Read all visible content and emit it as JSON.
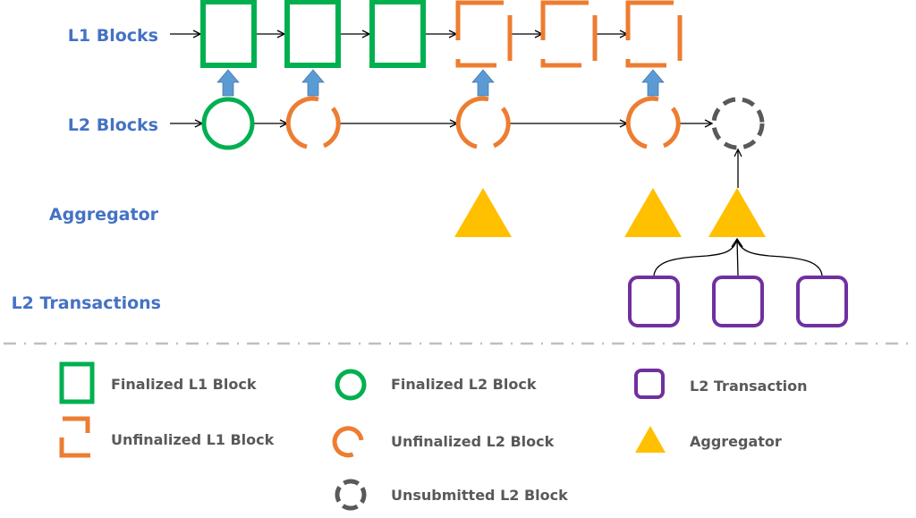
{
  "colors": {
    "finalized": "#00B050",
    "unfinalized": "#ED7D31",
    "unsubmitted": "#595959",
    "transaction": "#7030A0",
    "aggregator": "#FFC000",
    "submit_arrow": "#5B9BD5",
    "label": "#4472C4",
    "legend_text": "#595959",
    "separator": "#BFBFBF"
  },
  "rows": {
    "l1": "L1 Blocks",
    "l2": "L2 Blocks",
    "aggregator": "Aggregator",
    "transactions": "L2 Transactions"
  },
  "diagram": {
    "l1_blocks": [
      "finalized",
      "finalized",
      "finalized",
      "unfinalized",
      "unfinalized",
      "unfinalized"
    ],
    "l2_blocks": [
      "finalized",
      "unfinalized",
      "unfinalized",
      "unfinalized",
      "unsubmitted"
    ],
    "l2_to_l1_links": [
      [
        0,
        0
      ],
      [
        1,
        1
      ],
      [
        2,
        3
      ],
      [
        3,
        5
      ]
    ],
    "aggregators": 3,
    "transactions": 3
  },
  "legend": [
    {
      "icon": "finalized-l1-block",
      "label": "Finalized L1 Block"
    },
    {
      "icon": "unfinalized-l1-block",
      "label": "Unfinalized L1 Block"
    },
    {
      "icon": "finalized-l2-block",
      "label": "Finalized L2 Block"
    },
    {
      "icon": "unfinalized-l2-block",
      "label": "Unfinalized L2 Block"
    },
    {
      "icon": "unsubmitted-l2-block",
      "label": "Unsubmitted L2 Block"
    },
    {
      "icon": "l2-transaction",
      "label": "L2 Transaction"
    },
    {
      "icon": "aggregator",
      "label": "Aggregator"
    }
  ]
}
